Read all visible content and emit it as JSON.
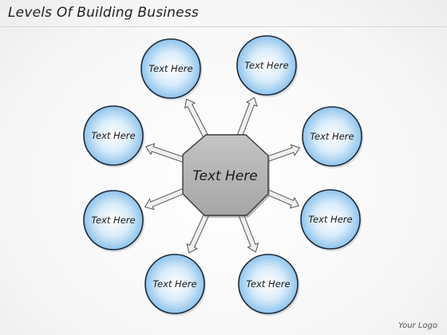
{
  "title": "Levels Of Building Business",
  "center": {
    "label": "Text Here"
  },
  "nodes": [
    {
      "label": "Text Here"
    },
    {
      "label": "Text Here"
    },
    {
      "label": "Text Here"
    },
    {
      "label": "Text Here"
    },
    {
      "label": "Text Here"
    },
    {
      "label": "Text Here"
    },
    {
      "label": "Text Here"
    },
    {
      "label": "Text Here"
    }
  ],
  "logo": "Your Logo",
  "colors": {
    "circle_fill_center": "#ffffff",
    "circle_fill_edge": "#8fc3ec",
    "circle_stroke": "#1e2a36",
    "octagon_fill": "#b4b4b4",
    "octagon_stroke": "#3a3a3a",
    "arrow_fill": "#efefef",
    "arrow_stroke": "#555555"
  }
}
